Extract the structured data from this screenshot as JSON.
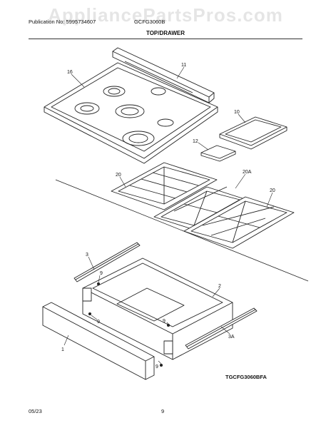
{
  "header": {
    "watermark": "AppliancePartsPros.com",
    "publication": "Publication No: 5995734607",
    "model": "GCFG3060B",
    "section_title": "TOP/DRAWER"
  },
  "callouts": {
    "c16": "16",
    "c11": "11",
    "c10": "10",
    "c12": "12",
    "c20a": "20",
    "c20A": "20A",
    "c20b": "20",
    "c3": "3",
    "c9a": "9",
    "c2": "2",
    "c9b": "9",
    "c9c": "9",
    "c3A": "3A",
    "c1": "1",
    "c9d": "9"
  },
  "diagram_code": "TGCFG3060BFA",
  "footer": {
    "date": "05/23",
    "page": "9"
  },
  "colors": {
    "line": "#222222",
    "watermark": "#e5e5e5"
  }
}
